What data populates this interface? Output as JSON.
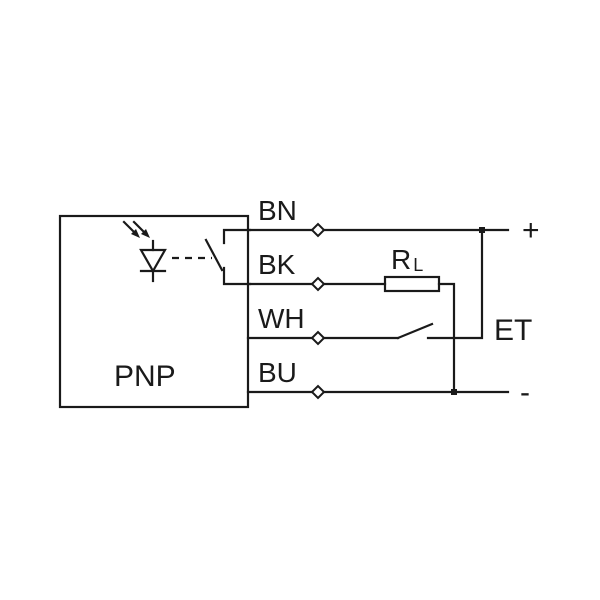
{
  "sensor": {
    "type_label": "PNP"
  },
  "wires": [
    {
      "id": "bn",
      "label": "BN"
    },
    {
      "id": "bk",
      "label": "BK"
    },
    {
      "id": "wh",
      "label": "WH"
    },
    {
      "id": "bu",
      "label": "BU"
    }
  ],
  "load": {
    "label_main": "R",
    "label_sub": "L"
  },
  "supply": {
    "positive": "+",
    "negative": "-"
  },
  "test_input": {
    "label": "ET"
  }
}
